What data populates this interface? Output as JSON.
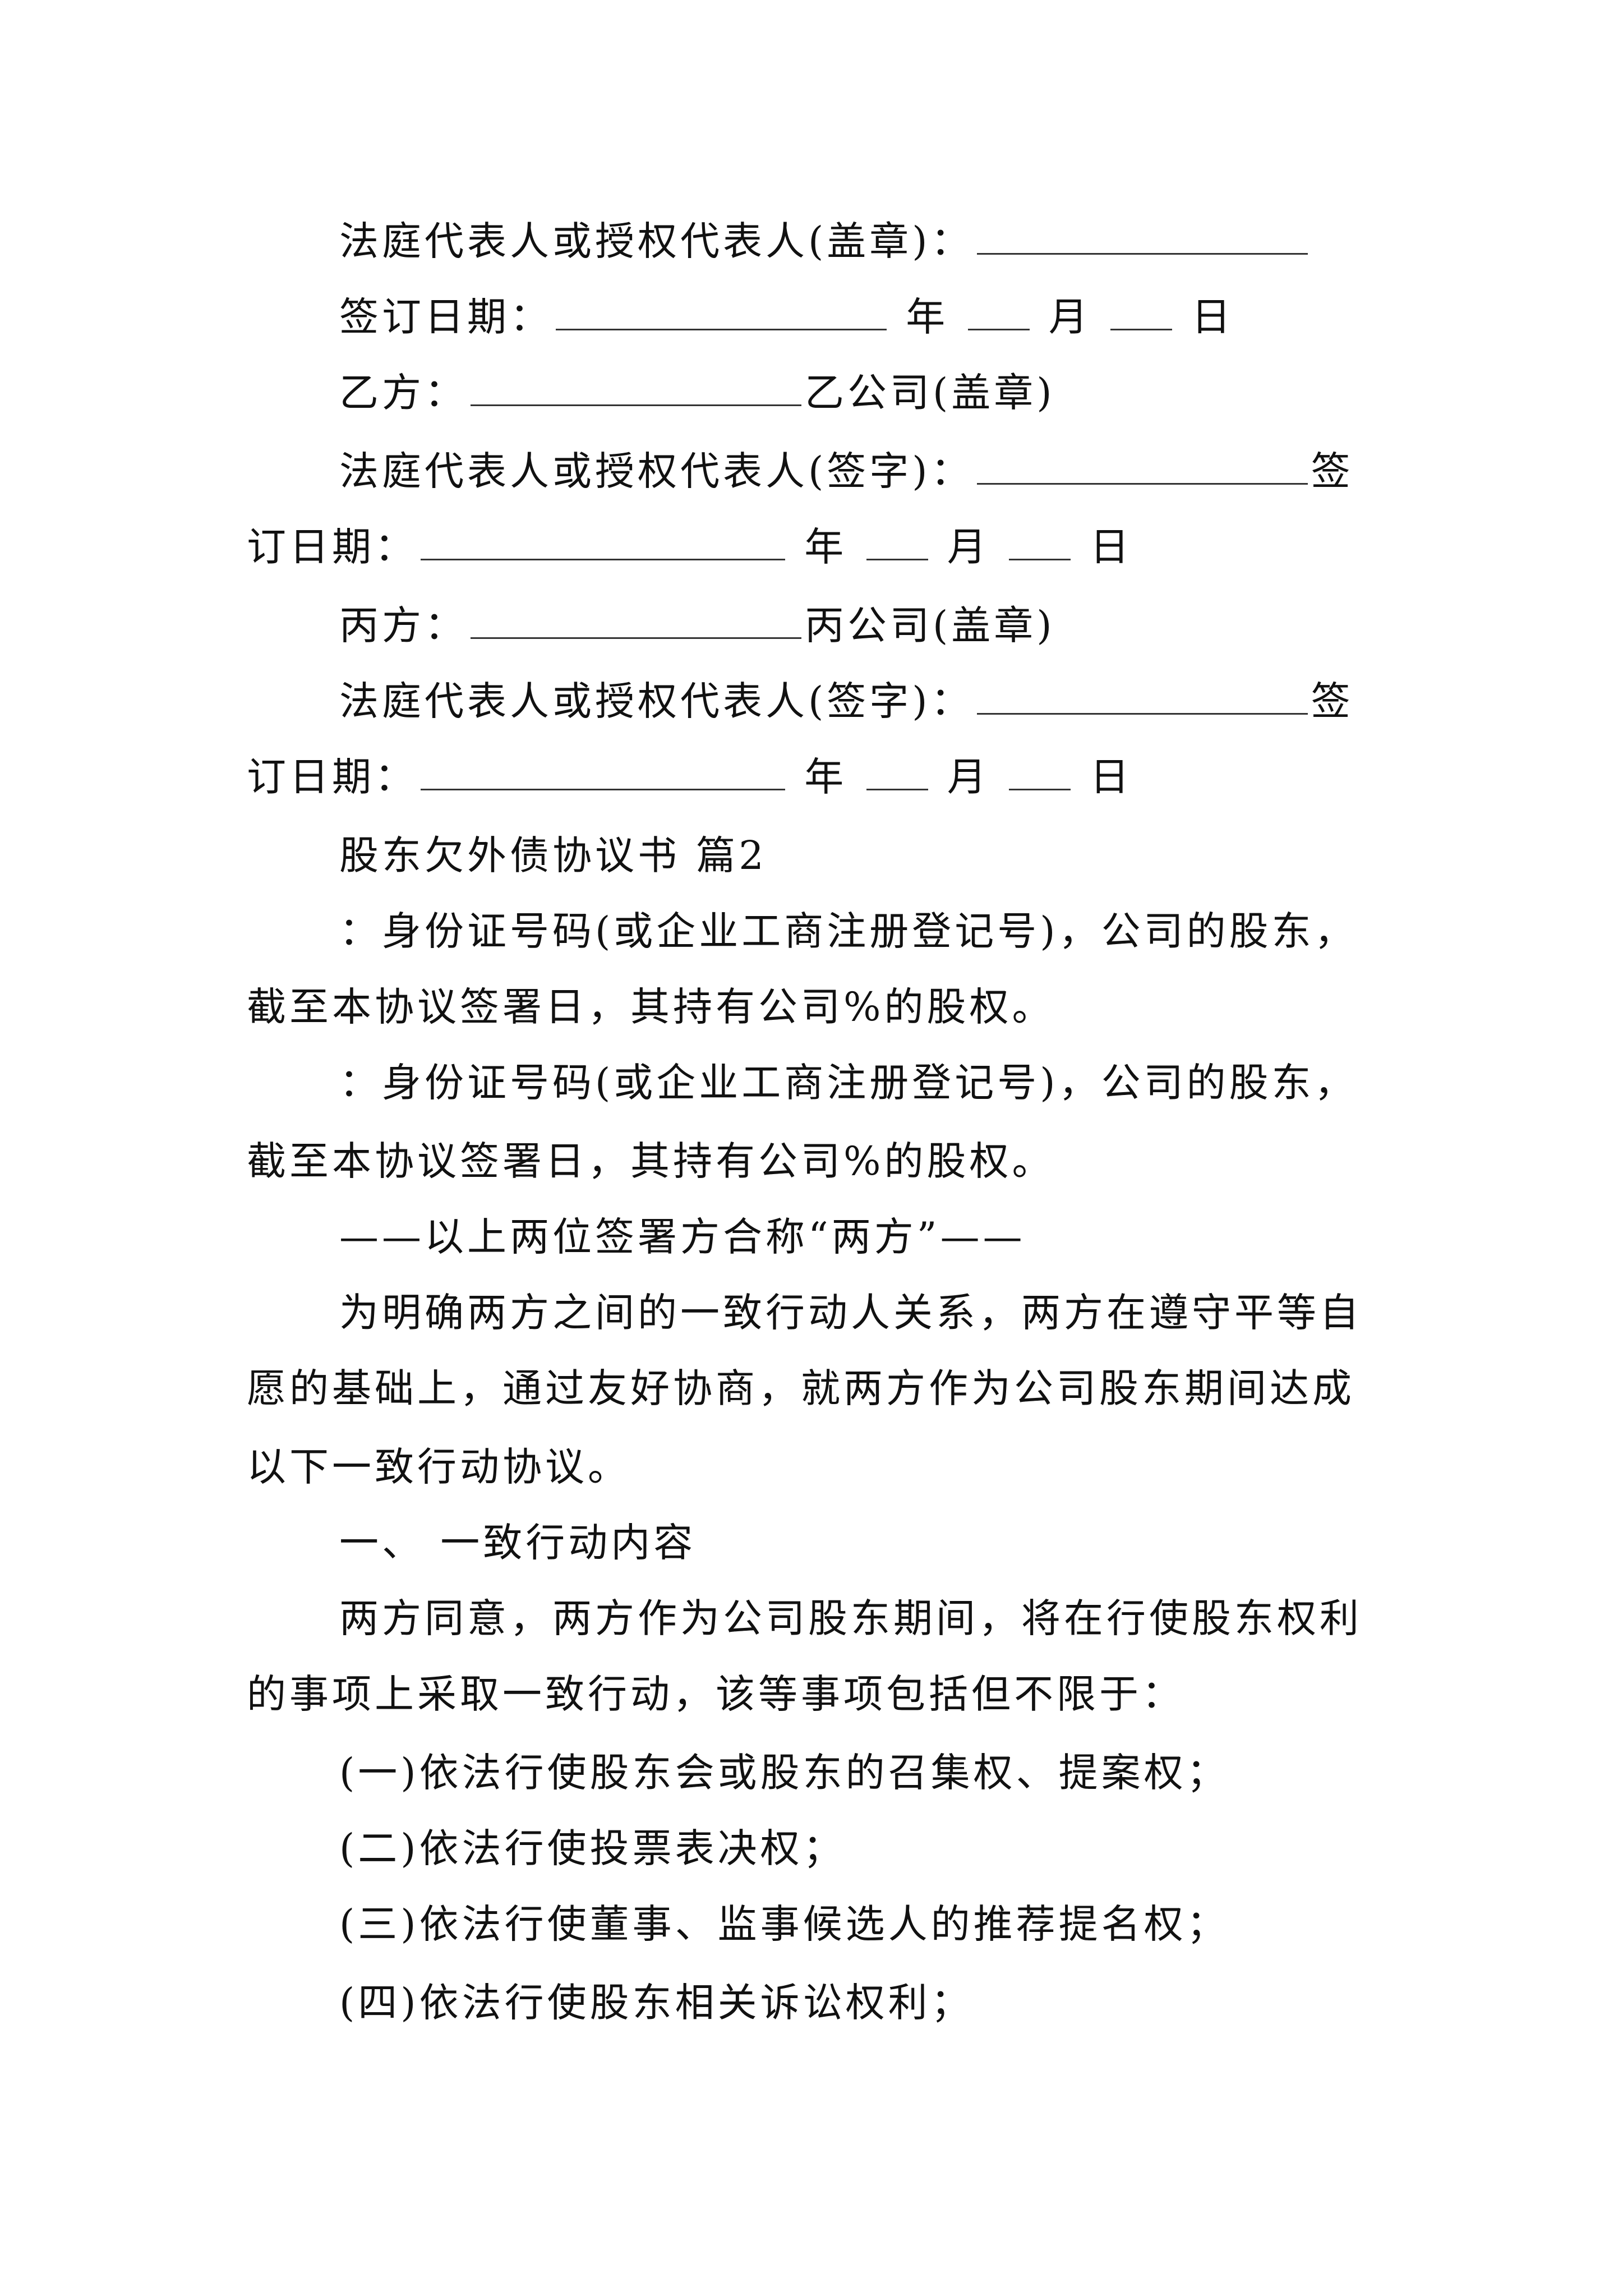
{
  "lines": {
    "l1_prefix": "法庭代表人或授权代表人(盖章)：",
    "l2_prefix": "签订日期：",
    "year": "年",
    "month": "月",
    "day": "日",
    "l3_prefix": "乙方：",
    "l3_suffix": "乙公司(盖章)",
    "l4_prefix": "法庭代表人或授权代表人(签字)：",
    "l4_suffix": "签",
    "l5_prefix": "订日期：",
    "l6_prefix": "丙方：",
    "l6_suffix": "丙公司(盖章)",
    "l7_prefix": "法庭代表人或授权代表人(签字)：",
    "l7_suffix": "签",
    "l8_prefix": "订日期：",
    "l9": "股东欠外债协议书  篇2",
    "l10": "：身份证号码(或企业工商注册登记号)，公司的股东，",
    "l11": "截至本协议签署日，其持有公司%的股权。",
    "l12": "：身份证号码(或企业工商注册登记号)，公司的股东，",
    "l13": "截至本协议签署日，其持有公司%的股权。",
    "l14": "——以上两位签署方合称“两方”——",
    "l15": "为明确两方之间的一致行动人关系，两方在遵守平等自",
    "l16": "愿的基础上，通过友好协商，就两方作为公司股东期间达成",
    "l17": "以下一致行动协议。",
    "l18": "一、  一致行动内容",
    "l19": "两方同意，两方作为公司股东期间，将在行使股东权利",
    "l20": "的事项上采取一致行动，该等事项包括但不限于：",
    "l21": "(一)依法行使股东会或股东的召集权、提案权；",
    "l22": "(二)依法行使投票表决权；",
    "l23": "(三)依法行使董事、监事候选人的推荐提名权；",
    "l24": "(四)依法行使股东相关诉讼权利；"
  }
}
